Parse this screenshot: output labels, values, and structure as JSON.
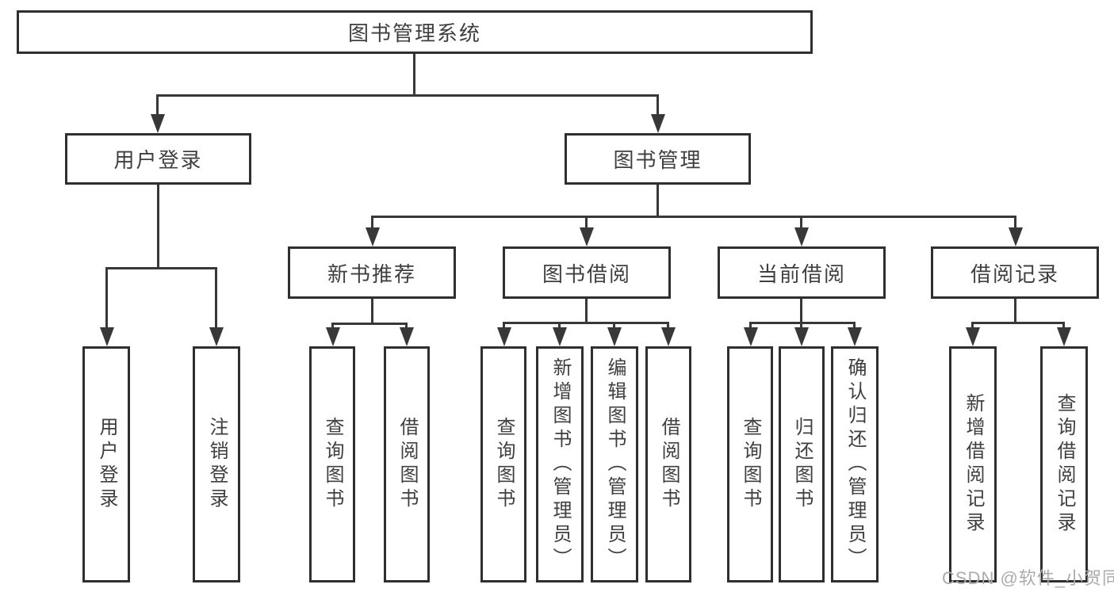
{
  "diagram": {
    "type": "hierarchy-tree",
    "tree": {
      "root": {
        "label": "图书管理系统",
        "children": [
          {
            "label": "用户登录",
            "children": [
              {
                "label": "用户登录"
              },
              {
                "label": "注销登录"
              }
            ]
          },
          {
            "label": "图书管理",
            "children": [
              {
                "label": "新书推荐",
                "children": [
                  {
                    "label": "查询图书"
                  },
                  {
                    "label": "借阅图书"
                  }
                ]
              },
              {
                "label": "图书借阅",
                "children": [
                  {
                    "label": "查询图书"
                  },
                  {
                    "label": "新增图书（管理员）"
                  },
                  {
                    "label": "编辑图书（管理员）"
                  },
                  {
                    "label": "借阅图书"
                  }
                ]
              },
              {
                "label": "当前借阅",
                "children": [
                  {
                    "label": "查询图书"
                  },
                  {
                    "label": "归还图书"
                  },
                  {
                    "label": "确认归还（管理员）"
                  }
                ]
              },
              {
                "label": "借阅记录",
                "children": [
                  {
                    "label": "新增借阅记录"
                  },
                  {
                    "label": "查询借阅记录"
                  }
                ]
              }
            ]
          }
        ]
      }
    },
    "colors": {
      "background": "#ffffff",
      "box_border": "#2f2f2f",
      "line": "#383838",
      "text": "#3f3f3f",
      "watermark": "#ababab"
    }
  },
  "watermark": {
    "text": "CSDN @软件_小贺同学"
  }
}
